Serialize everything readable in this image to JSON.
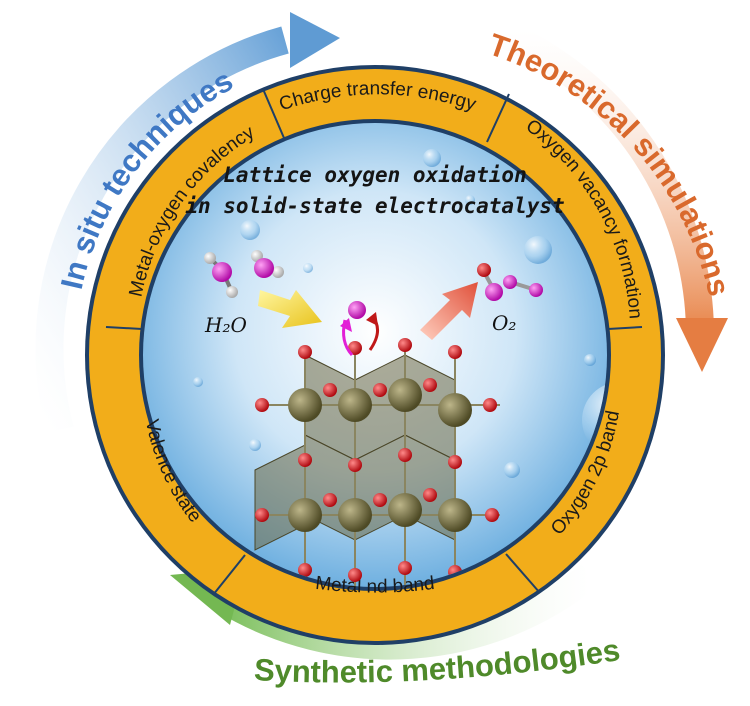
{
  "outer_labels": {
    "left": "In situ techniques",
    "right": "Theoretical simulations",
    "bottom": "Synthetic methodologies"
  },
  "ring_labels": {
    "top": "Charge transfer energy",
    "upper_left": "Metal-oxygen covalency",
    "upper_right": "Oxygen vacancy formation",
    "lower_left": "Valence state",
    "lower_right": "Oxygen 2p band",
    "bottom": "Metal nd band"
  },
  "center": {
    "title_line1": "Lattice oxygen oxidation",
    "title_line2": "in solid-state electrocatalyst"
  },
  "molecules": {
    "reactant": "H₂O",
    "product": "O₂"
  },
  "colors": {
    "ring": "#f2ad1a",
    "ring_border": "#1f3f66",
    "left_arrow": "#4a86c8",
    "right_arrow": "#e07a3c",
    "bottom_arrow": "#6aa84f",
    "left_text": "#3f78c4",
    "right_text": "#d9692c",
    "bottom_text": "#4f8a2a",
    "oxygen": "#d4141a",
    "metal": "#6b6638",
    "water_o": "#e21fd6"
  }
}
